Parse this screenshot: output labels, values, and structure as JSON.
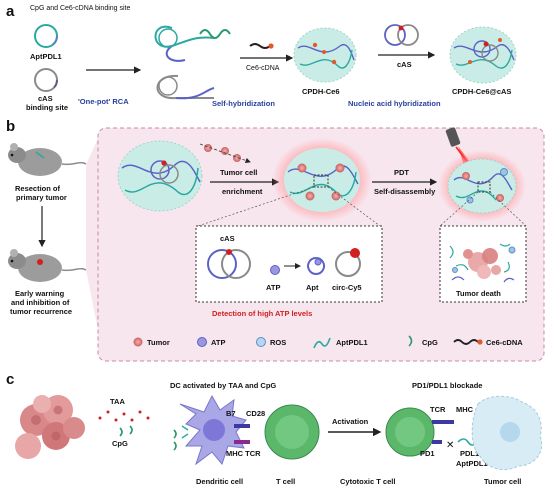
{
  "panel_a": {
    "letter": "a",
    "site_label": "CpG and Ce6-cDNA binding site",
    "aptpdl1": "AptPDL1",
    "cas_label_1": "cAS",
    "cas_label_2": "binding site",
    "one_pot": "'One-pot' RCA",
    "ce6_cdna": "Ce6-cDNA",
    "self_hybridization": "Self-hybridization",
    "cpdh_ce6": "CPDH-Ce6",
    "cas": "cAS",
    "nucleic": "Nucleic acid hybridization",
    "cpdh_ce6_cas": "CPDH-Ce6@cAS"
  },
  "panel_b": {
    "letter": "b",
    "resection_1": "Resection of",
    "resection_2": "primary tumor",
    "early_1": "Early warning",
    "early_2": "and inhibition of",
    "early_3": "tumor recurrence",
    "enrich_1": "Tumor cell",
    "enrich_2": "enrichment",
    "pdt_1": "PDT",
    "pdt_2": "Self-disassembly",
    "cas": "cAS",
    "atp": "ATP",
    "apt": "Apt",
    "circ": "circ-Cy5",
    "tumor_death": "Tumor death",
    "detection": "Detection of high ATP levels",
    "legend": {
      "tumor": "Tumor",
      "atp": "ATP",
      "ros": "ROS",
      "aptpdl1": "AptPDL1",
      "cpg": "CpG",
      "ce6": "Ce6-cDNA"
    }
  },
  "panel_c": {
    "letter": "c",
    "taa": "TAA",
    "cpg": "CpG",
    "dc_title": "DC activated by TAA and CpG",
    "b7": "B7",
    "cd28": "CD28",
    "mhc_tcr": "MHC TCR",
    "dendritic": "Dendritic cell",
    "tcell": "T cell",
    "activation": "Activation",
    "pd_title": "PD1/PDL1 blockade",
    "tcr": "TCR",
    "mhc": "MHC",
    "pd1": "PD1",
    "pdl1": "PDL1",
    "aptpdl1": "AptPDL1",
    "cytotoxic": "Cytotoxic T cell",
    "tumor_cell": "Tumor cell"
  },
  "colors": {
    "blue_text": "#2a3f9c",
    "red_text": "#d22020",
    "panel_b_bg": "#f8e6ef",
    "hydrogel": "#c9ece6",
    "tumor": "#d9888a",
    "tcell": "#5bb86b",
    "dendritic": "#a9a7e6"
  }
}
